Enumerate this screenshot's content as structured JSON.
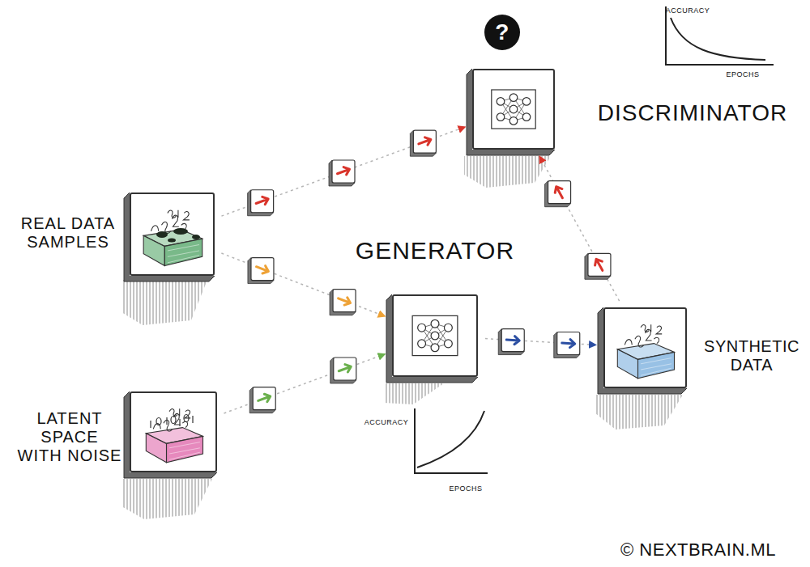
{
  "diagram": {
    "nodes": [
      {
        "text": [
          "REAL DATA SAMPLES"
        ]
      },
      {
        "text": [
          "LATENT SPACE WITH NOISE"
        ]
      },
      {
        "text": [
          "GENERATOR"
        ]
      },
      {
        "text": [
          "SYNTHETIC DATA"
        ]
      },
      {
        "text": [
          "DISCRIMINATOR"
        ]
      }
    ],
    "edges": [
      {
        "from": 0,
        "to": 4,
        "arrow": "to"
      },
      {
        "from": 0,
        "to": 2,
        "arrow": "to"
      },
      {
        "from": 1,
        "to": 2,
        "arrow": "to"
      },
      {
        "from": 2,
        "to": 3,
        "arrow": "to"
      },
      {
        "from": 3,
        "to": 4,
        "arrow": "to"
      }
    ],
    "labels": [
      "?",
      "ACCURACY",
      "EPOCHS",
      "ACCURACY",
      "EPOCHS",
      "© NEXTBRAIN.ML"
    ]
  }
}
